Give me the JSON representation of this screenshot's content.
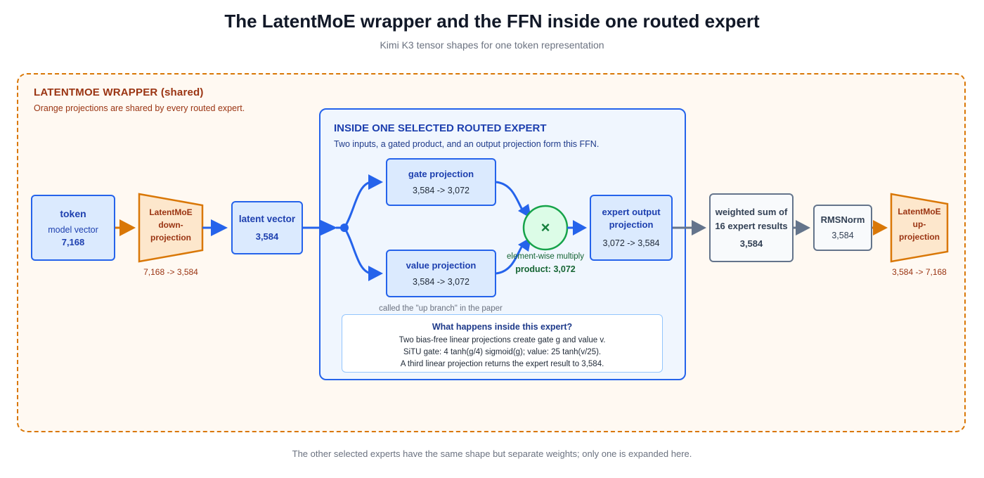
{
  "title": "The LatentMoE wrapper and the FFN inside one routed expert",
  "subtitle": "Kimi K3 tensor shapes for one token representation",
  "wrapper": {
    "label": "LATENTMOE WRAPPER (shared)",
    "note": "Orange projections are shared by every routed expert."
  },
  "token": {
    "title": "token",
    "subtitle": "model vector",
    "value": "7,168"
  },
  "down_projection": {
    "line1": "LatentMoE",
    "line2": "down-",
    "line3": "projection",
    "shape": "7,168 -> 3,584"
  },
  "latent_vector": {
    "title": "latent vector",
    "value": "3,584"
  },
  "expert": {
    "label": "INSIDE ONE SELECTED ROUTED EXPERT",
    "note": "Two inputs, a gated product, and an output projection form this FFN.",
    "gate": {
      "title": "gate projection",
      "shape": "3,584 -> 3,072"
    },
    "value": {
      "title": "value projection",
      "shape": "3,584 -> 3,072",
      "note": "called the \"up branch\" in the paper"
    },
    "multiply": {
      "symbol": "×",
      "label": "element-wise multiply",
      "product": "product: 3,072"
    },
    "output": {
      "line1": "expert output",
      "line2": "projection",
      "shape": "3,072 -> 3,584"
    },
    "info": {
      "title": "What happens inside this expert?",
      "line1": "Two bias-free linear projections create gate g and value v.",
      "line2": "SiTU gate: 4 tanh(g/4) sigmoid(g); value: 25 tanh(v/25).",
      "line3": "A third linear projection returns the expert result to 3,584."
    }
  },
  "weighted_sum": {
    "line1": "weighted sum of",
    "line2": "16 expert results",
    "value": "3,584"
  },
  "rmsnorm": {
    "title": "RMSNorm",
    "value": "3,584"
  },
  "up_projection": {
    "line1": "LatentMoE",
    "line2": "up-",
    "line3": "projection",
    "shape": "3,584 -> 7,168"
  },
  "footer": "The other selected experts have the same shape but separate weights; only one is expanded here.",
  "colors": {
    "orange": "#d97706",
    "blue": "#2563eb",
    "green": "#16a34a",
    "gray": "#64748b"
  }
}
